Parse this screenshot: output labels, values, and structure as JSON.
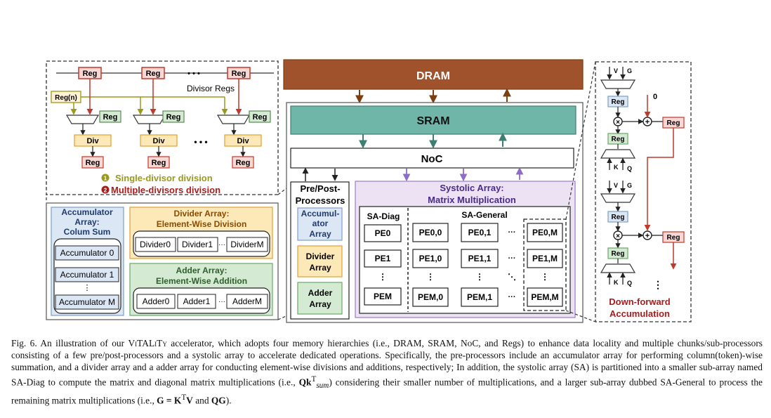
{
  "divider_detail": {
    "reg_label": "Reg",
    "reg_n_label": "Reg(n)",
    "ellipsis": "• • •",
    "divisor_regs_label": "Divisor Regs",
    "div_label": "Div",
    "dots": "• • •",
    "legend": {
      "single_num": "1",
      "single": "Single-divisor division",
      "multi_num": "2",
      "multi": "Multiple-divisors division"
    }
  },
  "accumulator_array": {
    "title_l1": "Accumulator",
    "title_l2": "Array:",
    "title_l3": "Colum Sum",
    "items": [
      "Accumulator 0",
      "Accumulator 1",
      "Accumulator M"
    ],
    "vdots": "⋮"
  },
  "divider_array": {
    "title_l1": "Divider Array:",
    "title_l2": "Element-Wise Division",
    "items": [
      "Divider0",
      "Divider1",
      "DividerM"
    ],
    "ellipsis": "···"
  },
  "adder_array": {
    "title_l1": "Adder Array:",
    "title_l2": "Element-Wise Addition",
    "items": [
      "Adder0",
      "Adder1",
      "AdderM"
    ],
    "ellipsis": "···"
  },
  "memory": {
    "dram": "DRAM",
    "sram": "SRAM",
    "noc": "NoC"
  },
  "pre_post": {
    "title_l1": "Pre/Post-",
    "title_l2": "Processors",
    "accum_l1": "Accumul-",
    "accum_l2": "ator",
    "accum_l3": "Array",
    "divider_l1": "Divider",
    "divider_l2": "Array",
    "adder_l1": "Adder",
    "adder_l2": "Array"
  },
  "systolic": {
    "title_l1": "Systolic Array:",
    "title_l2": "Matrix Multiplication",
    "sa_diag": "SA-Diag",
    "sa_general": "SA-General",
    "diag_pes": [
      "PE0",
      "PE1",
      "PEM"
    ],
    "rows": [
      [
        "PE0,0",
        "PE0,1",
        "PE0,M"
      ],
      [
        "PE1,0",
        "PE1,1",
        "PE1,M"
      ],
      [
        "PEM,0",
        "PEM,1",
        "PEM,M"
      ]
    ],
    "vdots": "⋮",
    "hdots": "···",
    "ddots": "⋱"
  },
  "down_forward": {
    "v": "V",
    "g": "G",
    "k": "K",
    "q": "Q",
    "reg": "Reg",
    "zero": "0",
    "vdots": "⋮",
    "label_l1": "Down-forward",
    "label_l2": "Accumulation"
  },
  "caption": {
    "fig": "Fig. 6.",
    "text_a": "An illustration of our",
    "name": "ViTALiTy",
    "text_b": "accelerator, which adopts four memory hierarchies (i.e., DRAM, SRAM, NoC, and Regs) to enhance data locality and multiple chunks/sub-processors consisting of a few pre/post-processors and a systolic array to accelerate dedicated operations. Specifically, the pre-processors include an accumulator array for performing column(token)-wise summation, and a divider array and a adder array for conducting element-wise divisions and additions, respectively; In addition, the systolic array (SA) is partitioned into a smaller sub-array named SA-Diag to compute the matrix and diagonal matrix multiplications (i.e.,",
    "math1": "Qk",
    "math1_sup": "T",
    "math1_sub": "sum",
    "text_c": ") considering their smaller number of multiplications, and a larger sub-array dubbed SA-General to process the remaining matrix multiplications (i.e.,",
    "math2": "G = K",
    "math2_sup": "T",
    "math2_tail": "V",
    "text_d": "and",
    "math3": "QG",
    "text_e": ")."
  },
  "colors": {
    "dram": "#a0522d",
    "sram": "#6fb5a8",
    "reg_red": "#c0392b",
    "reg_fill": "#f8d7d5",
    "reg_green_fill": "#d5ead3",
    "div_fill": "#fde8b8",
    "purple": "#7e57c2",
    "purple_fill": "#ece2f3",
    "blue_fill": "#dce7f5",
    "olive": "#9a9a1a",
    "dark_red": "#a71d1d"
  }
}
